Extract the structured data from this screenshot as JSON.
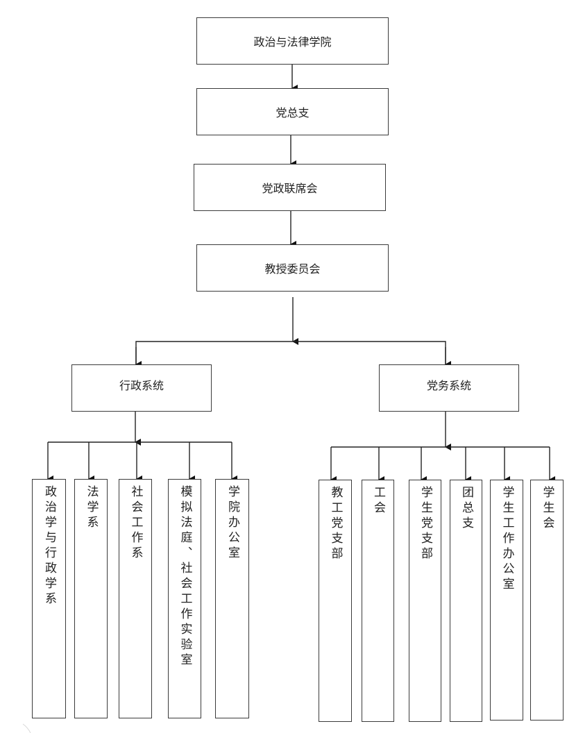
{
  "diagram": {
    "type": "org-chart",
    "chain": [
      {
        "id": "college",
        "label": "政治与法律学院"
      },
      {
        "id": "party_branch",
        "label": "党总支"
      },
      {
        "id": "joint_meeting",
        "label": "党政联席会"
      },
      {
        "id": "professor_committee",
        "label": "教授委员会"
      }
    ],
    "systems": [
      {
        "id": "admin",
        "label": "行政系统",
        "children": [
          "政治学与行政学系",
          "法学系",
          "社会工作系",
          "模拟法庭、社会工作实验室",
          "学院办公室"
        ]
      },
      {
        "id": "party",
        "label": "党务系统",
        "children": [
          "教工党支部",
          "工会",
          "学生党支部",
          "团总支",
          "学生工作办公室",
          "学生会"
        ]
      }
    ],
    "colors": {
      "line": "#222222",
      "border": "#3a3a3a",
      "background": "#ffffff"
    }
  }
}
